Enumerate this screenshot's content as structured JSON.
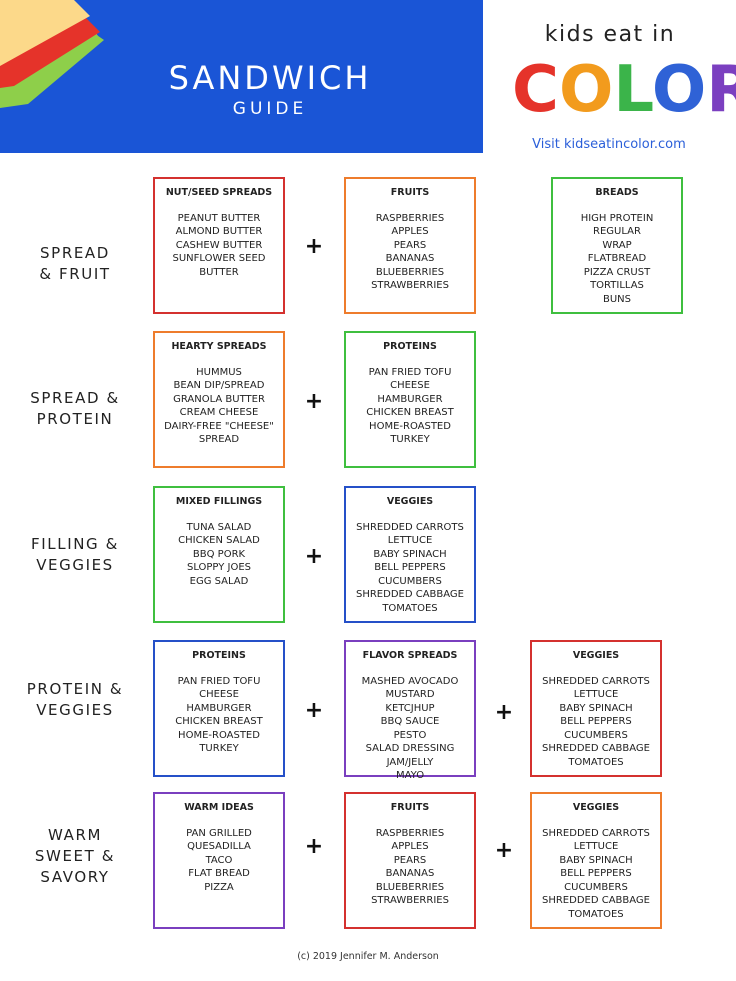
{
  "header": {
    "title": "SANDWICH",
    "subtitle": "GUIDE",
    "brand_top": "kids eat in",
    "brand_word": [
      "C",
      "O",
      "L",
      "O",
      "R"
    ],
    "brand_colors": [
      "#e5332a",
      "#f29b1d",
      "#3bb44a",
      "#2f62d6",
      "#7b3fc0"
    ],
    "visit": "Visit kidseatincolor.com"
  },
  "rows": [
    {
      "label_lines": [
        "SPREAD",
        "& FRUIT"
      ]
    },
    {
      "label_lines": [
        "SPREAD &",
        "PROTEIN"
      ]
    },
    {
      "label_lines": [
        "FILLING &",
        "VEGGIES"
      ]
    },
    {
      "label_lines": [
        "PROTEIN &",
        "VEGGIES"
      ]
    },
    {
      "label_lines": [
        "WARM",
        "SWEET &",
        "SAVORY"
      ]
    }
  ],
  "boxes": [
    {
      "color": "red",
      "title": "NUT/SEED SPREADS",
      "items": [
        "PEANUT BUTTER",
        "ALMOND BUTTER",
        "CASHEW BUTTER",
        "SUNFLOWER SEED",
        "BUTTER"
      ]
    },
    {
      "color": "orange",
      "title": "FRUITS",
      "items": [
        "RASPBERRIES",
        "APPLES",
        "PEARS",
        "BANANAS",
        "BLUEBERRIES",
        "STRAWBERRIES"
      ]
    },
    {
      "color": "green",
      "title": "BREADS",
      "items": [
        "HIGH PROTEIN",
        "REGULAR",
        "WRAP",
        "FLATBREAD",
        "PIZZA CRUST",
        "TORTILLAS",
        "BUNS"
      ]
    },
    {
      "color": "orange",
      "title": "HEARTY SPREADS",
      "items": [
        "HUMMUS",
        "BEAN DIP/SPREAD",
        "GRANOLA BUTTER",
        "CREAM CHEESE",
        "DAIRY-FREE \"CHEESE\"",
        "SPREAD"
      ]
    },
    {
      "color": "green",
      "title": "PROTEINS",
      "items": [
        "PAN FRIED TOFU",
        "CHEESE",
        "HAMBURGER",
        "CHICKEN BREAST",
        "HOME-ROASTED",
        "TURKEY"
      ]
    },
    {
      "color": "green",
      "title": "MIXED FILLINGS",
      "items": [
        "TUNA SALAD",
        "CHICKEN SALAD",
        "BBQ PORK",
        "SLOPPY JOES",
        "EGG SALAD"
      ]
    },
    {
      "color": "blue",
      "title": "VEGGIES",
      "items": [
        "SHREDDED CARROTS",
        "LETTUCE",
        "BABY SPINACH",
        "BELL PEPPERS",
        "CUCUMBERS",
        "SHREDDED CABBAGE",
        "TOMATOES"
      ]
    },
    {
      "color": "blue",
      "title": "PROTEINS",
      "items": [
        "PAN FRIED TOFU",
        "CHEESE",
        "HAMBURGER",
        "CHICKEN BREAST",
        "HOME-ROASTED",
        "TURKEY"
      ]
    },
    {
      "color": "purple",
      "title": "FLAVOR SPREADS",
      "items": [
        "MASHED AVOCADO",
        "MUSTARD",
        "KETCJHUP",
        "BBQ SAUCE",
        "PESTO",
        "SALAD DRESSING",
        "JAM/JELLY",
        "MAYO"
      ]
    },
    {
      "color": "red",
      "title": "VEGGIES",
      "items": [
        "SHREDDED CARROTS",
        "LETTUCE",
        "BABY SPINACH",
        "BELL PEPPERS",
        "CUCUMBERS",
        "SHREDDED CABBAGE",
        "TOMATOES"
      ]
    },
    {
      "color": "purple",
      "title": "WARM IDEAS",
      "items": [
        "PAN GRILLED",
        "QUESADILLA",
        "TACO",
        "FLAT BREAD",
        "PIZZA"
      ]
    },
    {
      "color": "red",
      "title": "FRUITS",
      "items": [
        "RASPBERRIES",
        "APPLES",
        "PEARS",
        "BANANAS",
        "BLUEBERRIES",
        "STRAWBERRIES"
      ]
    },
    {
      "color": "orange",
      "title": "VEGGIES",
      "items": [
        "SHREDDED CARROTS",
        "LETTUCE",
        "BABY SPINACH",
        "BELL PEPPERS",
        "CUCUMBERS",
        "SHREDDED CABBAGE",
        "TOMATOES"
      ]
    }
  ],
  "plus_symbol": "+",
  "copyright": "(c) 2019 Jennifer M. Anderson"
}
